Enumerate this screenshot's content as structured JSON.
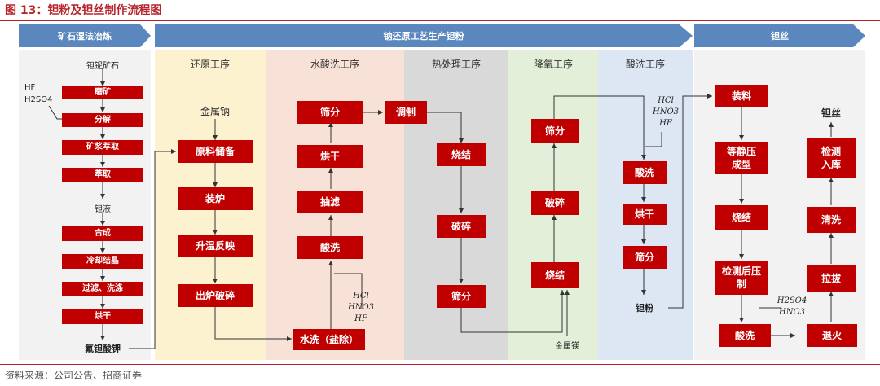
{
  "title": "图 13：钽粉及钽丝制作流程图",
  "source": "资料来源：公司公告、招商证券",
  "banners": {
    "ore": "矿石湿法冶炼",
    "reduction": "钠还原工艺生产钽粉",
    "wire": "钽丝"
  },
  "zones": {
    "reduction": "还原工序",
    "water_acid": "水酸洗工序",
    "heat": "热处理工序",
    "deoxy": "降氧工序",
    "pickling": "酸洗工序"
  },
  "ore": {
    "top_label": "钽铌矿石",
    "hf": "HF",
    "h2so4": "H2SO4",
    "grind": "磨矿",
    "decompose": "分解",
    "extract": "矿浆萃取",
    "strip": "萃取",
    "liquid": "钽液",
    "synthesis": "合成",
    "crystal": "冷却结晶",
    "filter_wash": "过滤、洗涤",
    "dry": "烘干",
    "product": "氟钽酸钾"
  },
  "reduction": {
    "sodium": "金属钠",
    "storage": "原料储备",
    "charge": "装炉",
    "heat_react": "升温反映",
    "discharge": "出炉破碎"
  },
  "water_acid": {
    "water_wash": "水洗（盐除）",
    "acid_wash": "酸洗",
    "suction": "抽滤",
    "dry": "烘干",
    "sieve": "筛分",
    "acids": [
      "HCl",
      "HNO3",
      "HF"
    ]
  },
  "blend": "调制",
  "heat": {
    "sinter": "烧结",
    "crush": "破碎",
    "sieve": "筛分"
  },
  "deoxy": {
    "sieve": "筛分",
    "crush": "破碎",
    "sinter": "烧结",
    "magnesium": "金属镁"
  },
  "pickling": {
    "acids": [
      "HCl",
      "HNO3",
      "HF"
    ],
    "acid_wash": "酸洗",
    "dry": "烘干",
    "sieve": "筛分",
    "product": "钽粉"
  },
  "wire": {
    "charge": "装料",
    "press": "等静压成型",
    "sinter": "烧结",
    "inspect_press": "检测后压制",
    "acid_wash": "酸洗",
    "anneal": "退火",
    "draw": "拉拔",
    "clean": "清洗",
    "inspect_store": "检测入库",
    "product": "钽丝",
    "acids": [
      "H2SO4",
      "HNO3"
    ]
  },
  "colors": {
    "accent": "#b8262c",
    "box": "#c00000",
    "banner": "#5b87bf",
    "ore_zone": "#f2f2f2",
    "reduction_zone": "#fdf2cf",
    "water_zone": "#f8e1d6",
    "heat_zone": "#d9d9d9",
    "deoxy_zone": "#e3efd9",
    "pickling_zone": "#dde7f3",
    "wire_zone": "#f2f2f2"
  }
}
